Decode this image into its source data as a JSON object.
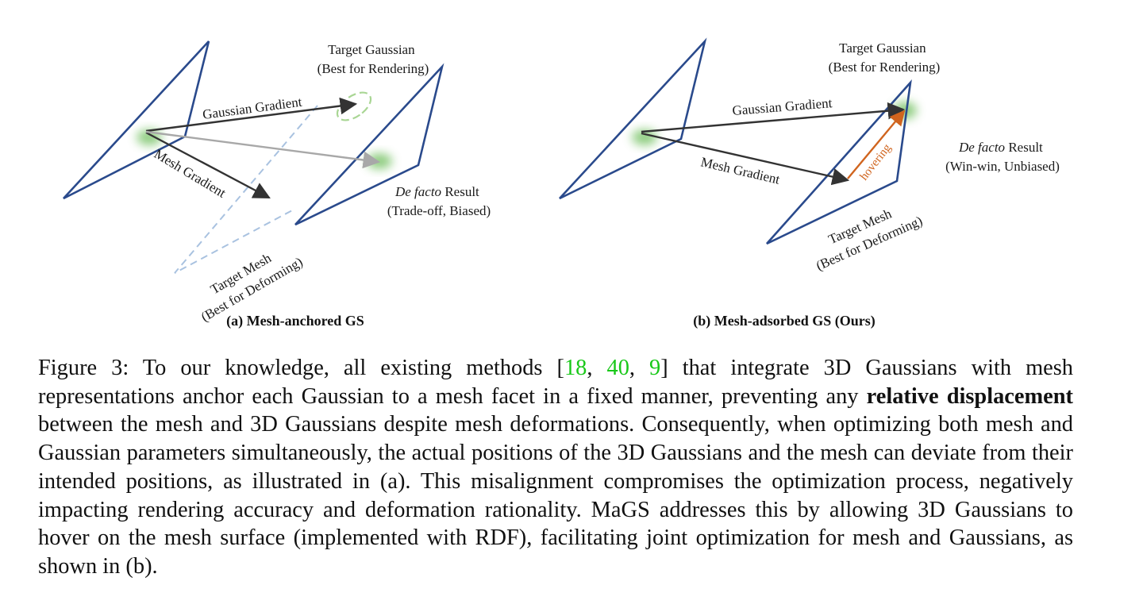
{
  "panel_a": {
    "target_gaussian_line1": "Target Gaussian",
    "target_gaussian_line2": "(Best for Rendering)",
    "gaussian_gradient": "Gaussian Gradient",
    "mesh_gradient": "Mesh Gradient",
    "defacto_italic": "De facto",
    "defacto_rest": " Result",
    "defacto_line2": "(Trade-off, Biased)",
    "target_mesh_line1": "Target Mesh",
    "target_mesh_line2": "(Best for Deforming)",
    "subtitle": "(a) Mesh-anchored GS"
  },
  "panel_b": {
    "target_gaussian_line1": "Target Gaussian",
    "target_gaussian_line2": "(Best for Rendering)",
    "gaussian_gradient": "Gaussian Gradient",
    "mesh_gradient": "Mesh Gradient",
    "hovering": "hovering",
    "defacto_italic": "De facto",
    "defacto_rest": " Result",
    "defacto_line2": "(Win-win, Unbiased)",
    "target_mesh_line1": "Target Mesh",
    "target_mesh_line2": "(Best for Deforming)",
    "subtitle": "(b) Mesh-adsorbed GS (Ours)"
  },
  "caption": {
    "part1": "Figure 3: To our knowledge, all existing methods [",
    "cite1": "18",
    "sep1": ", ",
    "cite2": "40",
    "sep2": ", ",
    "cite3": "9",
    "part2": "] that integrate 3D Gaussians with mesh representations anchor each Gaussian to a mesh facet in a fixed manner, preventing any ",
    "bold": "relative displacement",
    "part3": " between the mesh and 3D Gaussians despite mesh deformations.  Consequently, when optimizing both mesh and Gaussian parameters simultaneously, the actual positions of the 3D Gaussians and the mesh can deviate from their intended positions, as illustrated in (a).  This misalignment compromises the optimization process, negatively impacting rendering accuracy and deformation rationality. MaGS addresses this by allowing 3D Gaussians to hover on the mesh surface (implemented with RDF), facilitating joint optimization for mesh and Gaussians, as shown in (b)."
  },
  "colors": {
    "mesh_blue": "#2a4a8c",
    "target_mesh_dashed": "#a9c2e0",
    "gaussian_green": "#7cc46a",
    "arrow_dark": "#333333",
    "arrow_gray": "#a8a8a8",
    "hover_orange": "#d0641e",
    "citation_green": "#19c819"
  }
}
